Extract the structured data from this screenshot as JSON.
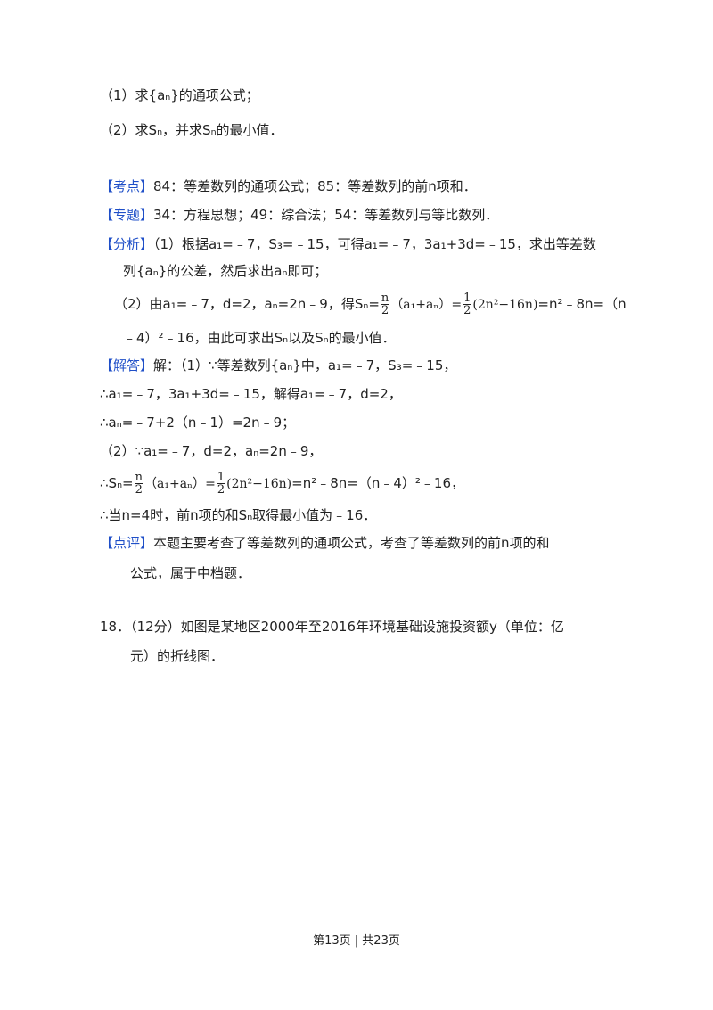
{
  "prior_question": {
    "part1": "（1）求{aₙ}的通项公式；",
    "part2": "（2）求Sₙ，并求Sₙ的最小值．"
  },
  "analysis": {
    "kaodian": {
      "tag": "【考点】",
      "text": "84：等差数列的通项公式；85：等差数列的前n项和．"
    },
    "zhuanti": {
      "tag": "【专题】",
      "text": "34：方程思想；49：综合法；54：等差数列与等比数列．"
    },
    "fenxi": {
      "tag": "【分析】",
      "line1": "（1）根据a₁=﹣7，S₃=﹣15，可得a₁=﹣7，3a₁+3d=﹣15，求出等差数",
      "line2": "列{aₙ}的公差，然后求出aₙ即可；",
      "line3_pre": "（2）由a₁=﹣7，d=2，aₙ=2n﹣9，得Sₙ=",
      "line3_frac1_num": "n",
      "line3_frac1_den": "2",
      "line3_mid": "（a₁+aₙ）=",
      "line3_frac2_num": "1",
      "line3_frac2_den": "2",
      "line3_expr": "(2n²−16n)",
      "line3_post": "=n²﹣8n=（n",
      "line4": "﹣4）²﹣16，由此可求出Sₙ以及Sₙ的最小值．"
    },
    "jieda": {
      "tag": "【解答】",
      "line1": "解：（1）∵等差数列{aₙ}中，a₁=﹣7，S₃=﹣15，",
      "line2": "∴a₁=﹣7，3a₁+3d=﹣15，解得a₁=﹣7，d=2，",
      "line3": "∴aₙ=﹣7+2（n﹣1）=2n﹣9；",
      "line4": "（2）∵a₁=﹣7，d=2，aₙ=2n﹣9，",
      "line5_pre": "∴Sₙ=",
      "line5_frac1_num": "n",
      "line5_frac1_den": "2",
      "line5_mid": "（a₁+aₙ）=",
      "line5_frac2_num": "1",
      "line5_frac2_den": "2",
      "line5_expr": "(2n²−16n)",
      "line5_post": "=n²﹣8n=（n﹣4）²﹣16，",
      "line6": "∴当n=4时，前n项的和Sₙ取得最小值为﹣16．"
    },
    "dianping": {
      "tag": "【点评】",
      "line1": "本题主要考查了等差数列的通项公式，考查了等差数列的前n项的和",
      "line2": "公式，属于中档题．"
    }
  },
  "question18": {
    "line1": "18．（12分）如图是某地区2000年至2016年环境基础设施投资额y（单位：亿",
    "line2": "元）的折线图．"
  },
  "footer": "第13页 | 共23页"
}
